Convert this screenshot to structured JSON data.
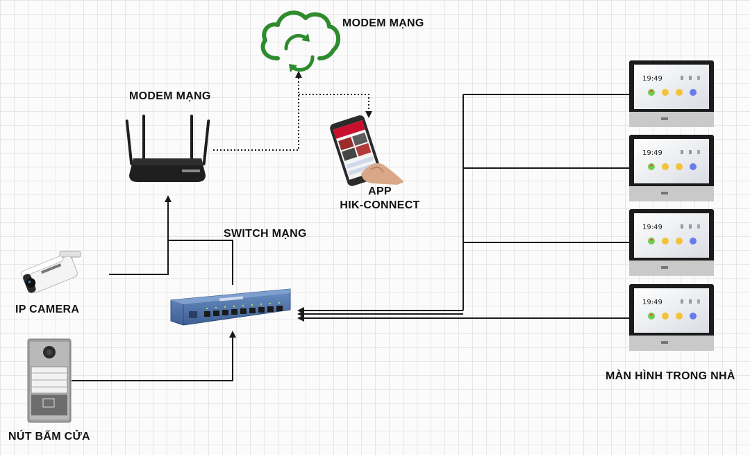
{
  "labels": {
    "cloud_modem": "MODEM MẠNG",
    "router_modem": "MODEM MẠNG",
    "switch": "SWITCH MẠNG",
    "ip_camera": "IP CAMERA",
    "app_line1": "APP",
    "app_line2": "HIK-CONNECT",
    "indoor_monitors": "MÀN HÌNH TRONG NHÀ",
    "door_button": "NÚT BẤM CỬA"
  },
  "monitor_time": "19:49",
  "colors": {
    "cloud": "#2e8b2e",
    "line": "#1a1a1a",
    "switch_body": "#4a6fa5",
    "monitor_frame": "#1b1b1b",
    "phone_body": "#2a2a2a",
    "camera_body": "#f2f2f2"
  },
  "icons": [
    "cloud-sync-icon",
    "router-icon",
    "phone-app-icon",
    "switch-icon",
    "ip-camera-icon",
    "door-station-icon",
    "indoor-monitor-icon"
  ]
}
